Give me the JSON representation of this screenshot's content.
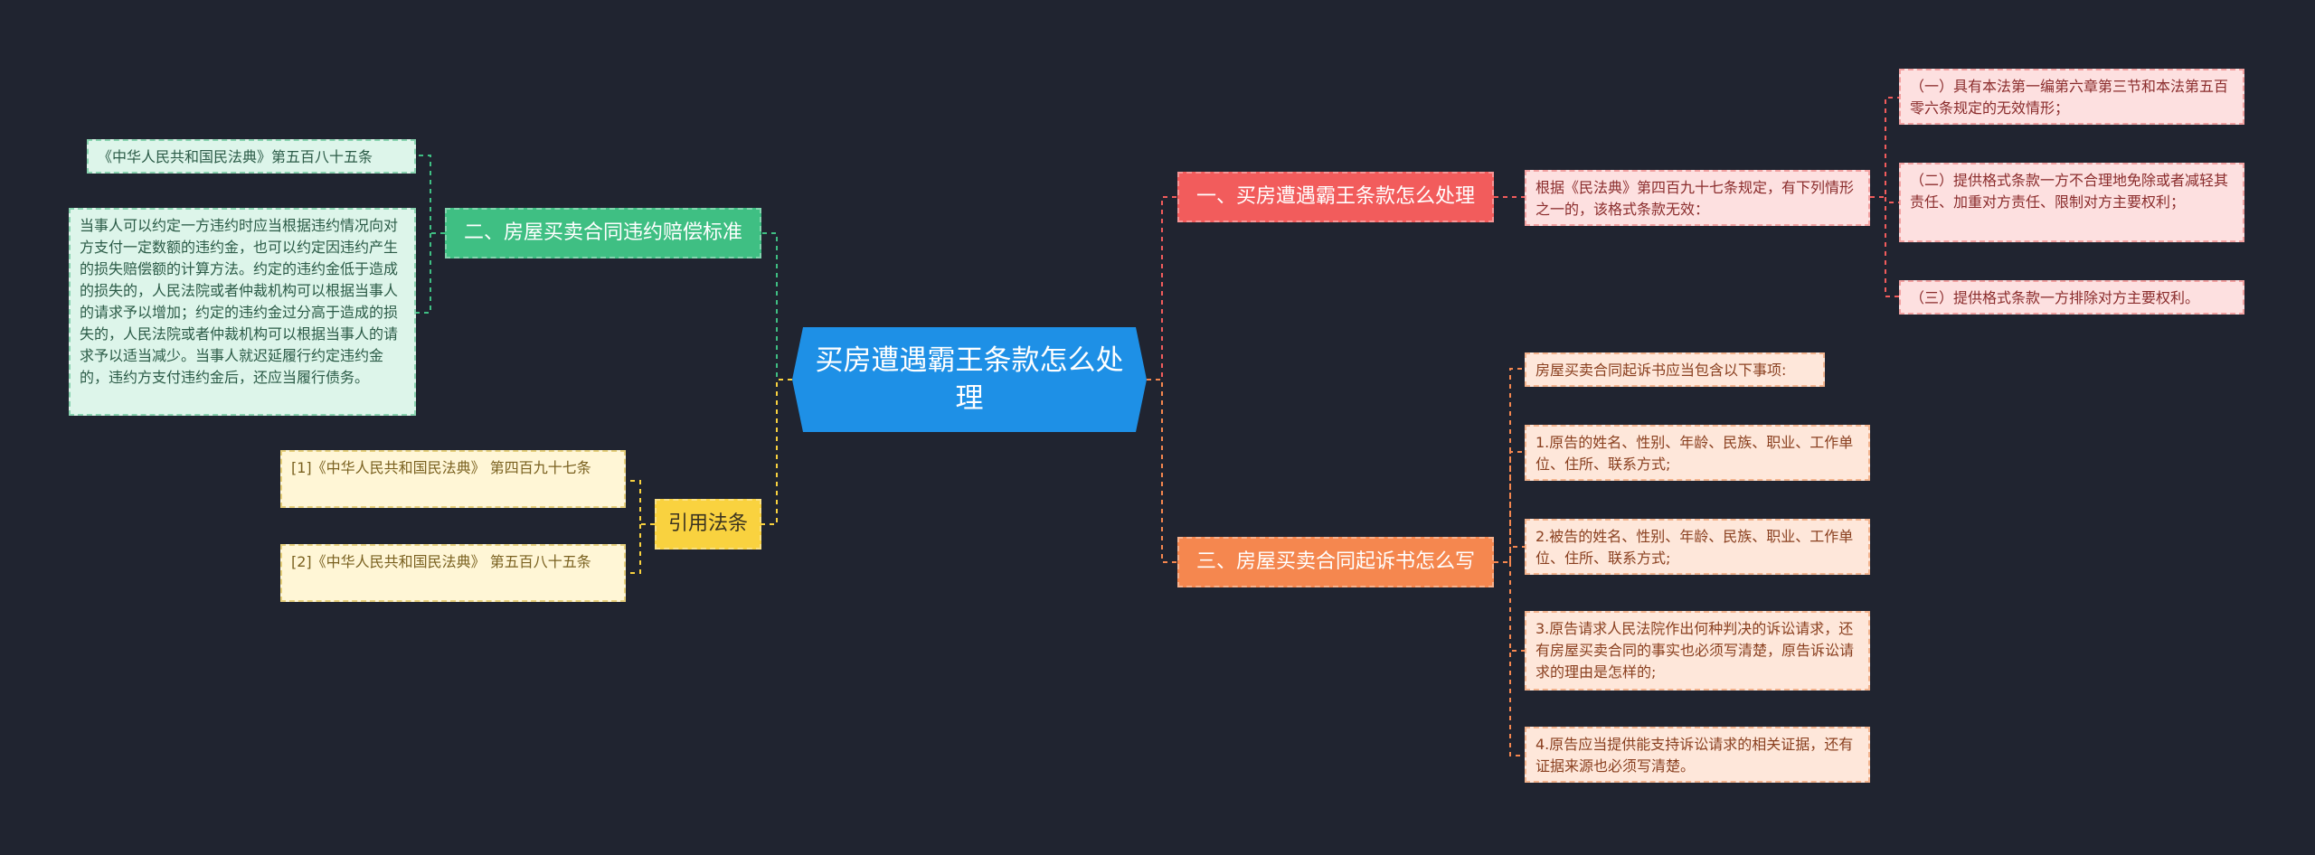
{
  "root": {
    "label": "买房遭遇霸王条款怎么处理"
  },
  "branches": {
    "b1": {
      "label": "一、买房遭遇霸王条款怎么处理"
    },
    "b2": {
      "label": "二、房屋买卖合同违约赔偿标准"
    },
    "b3": {
      "label": "三、房屋买卖合同起诉书怎么写"
    },
    "b4": {
      "label": "引用法条"
    }
  },
  "leaves": {
    "b1_intro": "根据《民法典》第四百九十七条规定，有下列情形之一的，该格式条款无效：",
    "b1_c1": "（一）具有本法第一编第六章第三节和本法第五百零六条规定的无效情形；",
    "b1_c2": "（二）提供格式条款一方不合理地免除或者减轻其责任、加重对方责任、限制对方主要权利；",
    "b1_c3": "（三）提供格式条款一方排除对方主要权利。",
    "b2_c1": "《中华人民共和国民法典》第五百八十五条",
    "b2_c2": "当事人可以约定一方违约时应当根据违约情况向对方支付一定数额的违约金，也可以约定因违约产生的损失赔偿额的计算方法。约定的违约金低于造成的损失的，人民法院或者仲裁机构可以根据当事人的请求予以增加；约定的违约金过分高于造成的损失的，人民法院或者仲裁机构可以根据当事人的请求予以适当减少。当事人就迟延履行约定违约金的，违约方支付违约金后，还应当履行债务。",
    "b3_c0": "房屋买卖合同起诉书应当包含以下事项:",
    "b3_c1": "1.原告的姓名、性别、年龄、民族、职业、工作单位、住所、联系方式;",
    "b3_c2": "2.被告的姓名、性别、年龄、民族、职业、工作单位、住所、联系方式;",
    "b3_c3": "3.原告请求人民法院作出何种判决的诉讼请求，还有房屋买卖合同的事实也必须写清楚，原告诉讼请求的理由是怎样的;",
    "b3_c4": "4.原告应当提供能支持诉讼请求的相关证据，还有证据来源也必须写清楚。",
    "b4_c1": "[1]《中华人民共和国民法典》 第四百九十七条",
    "b4_c2": "[2]《中华人民共和国民法典》 第五百八十五条"
  },
  "colors": {
    "background": "#202430",
    "root": "#1e90e6",
    "branch_red": "#f25c5c",
    "branch_green": "#3fbf83",
    "branch_orange": "#f5874f",
    "branch_yellow": "#f9d23f"
  }
}
